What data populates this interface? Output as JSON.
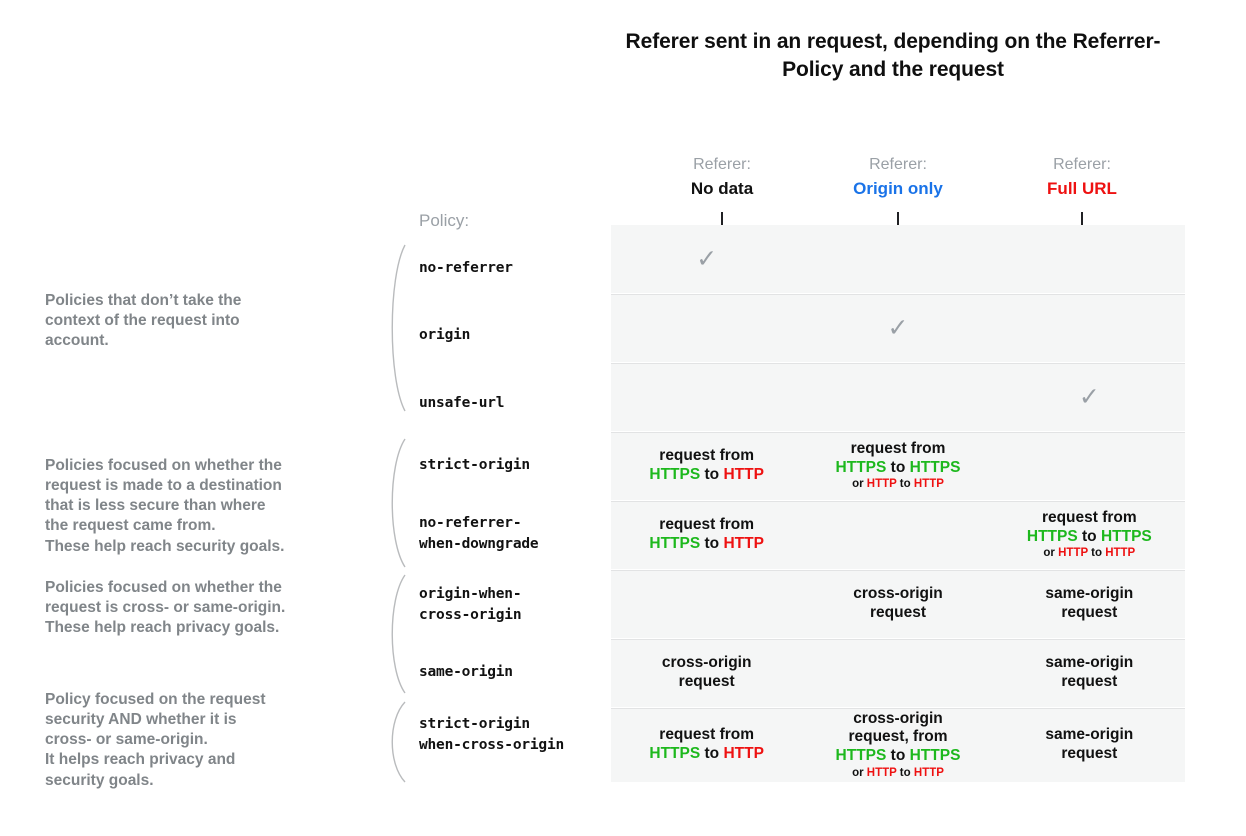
{
  "title": "Referer sent in an request, depending on the\nReferrer-Policy and the request",
  "policy_label": "Policy:",
  "colors": {
    "https": "#1db81d",
    "http": "#ee1111",
    "origin_only": "#1a73e8",
    "full_url": "#ee1111",
    "no_data": "#111111",
    "muted": "#9aa0a6",
    "row_bg": "#f5f6f6",
    "check": "#9aa0a6"
  },
  "columns": [
    {
      "kicker": "Referer:",
      "value": "No data",
      "value_color": "#111111"
    },
    {
      "kicker": "Referer:",
      "value": "Origin only",
      "value_color": "#1a73e8"
    },
    {
      "kicker": "Referer:",
      "value": "Full URL",
      "value_color": "#ee1111"
    }
  ],
  "groups": [
    {
      "text": "Policies that don’t take the\ncontext of the request into\naccount."
    },
    {
      "text": "Policies focused on whether the\nrequest is made to a destination\nthat is less secure than where\nthe request came from.\nThese help reach security goals."
    },
    {
      "text": "Policies focused on whether the\nrequest is cross- or same-origin.\nThese help reach privacy goals."
    },
    {
      "text": "Policy focused on the request\nsecurity AND whether it is\ncross- or same-origin.\nIt helps reach privacy and\nsecurity goals."
    }
  ],
  "rows": [
    {
      "policy": "no-referrer",
      "cells": [
        {
          "type": "check",
          "text": "✓"
        },
        {
          "type": "empty"
        },
        {
          "type": "empty"
        }
      ]
    },
    {
      "policy": "origin",
      "cells": [
        {
          "type": "empty"
        },
        {
          "type": "check",
          "text": "✓"
        },
        {
          "type": "empty"
        }
      ]
    },
    {
      "policy": "unsafe-url",
      "cells": [
        {
          "type": "empty"
        },
        {
          "type": "empty"
        },
        {
          "type": "check",
          "text": "✓"
        }
      ]
    },
    {
      "policy": "strict-origin",
      "cells": [
        {
          "type": "request",
          "line1": "request from",
          "parts": [
            {
              "t": "HTTPS",
              "c": "https"
            },
            {
              "t": " to ",
              "c": "plain"
            },
            {
              "t": "HTTP",
              "c": "http"
            }
          ]
        },
        {
          "type": "request",
          "line1": "request from",
          "parts": [
            {
              "t": "HTTPS",
              "c": "https"
            },
            {
              "t": " to ",
              "c": "plain"
            },
            {
              "t": "HTTPS",
              "c": "https"
            }
          ],
          "sub": [
            {
              "t": "or ",
              "c": "plain"
            },
            {
              "t": "HTTP",
              "c": "http"
            },
            {
              "t": " to ",
              "c": "plain"
            },
            {
              "t": "HTTP",
              "c": "http"
            }
          ]
        },
        {
          "type": "empty"
        }
      ]
    },
    {
      "policy": "no-referrer-\nwhen-downgrade",
      "cells": [
        {
          "type": "request",
          "line1": "request from",
          "parts": [
            {
              "t": "HTTPS",
              "c": "https"
            },
            {
              "t": " to ",
              "c": "plain"
            },
            {
              "t": "HTTP",
              "c": "http"
            }
          ]
        },
        {
          "type": "empty"
        },
        {
          "type": "request",
          "line1": "request from",
          "parts": [
            {
              "t": "HTTPS",
              "c": "https"
            },
            {
              "t": " to ",
              "c": "plain"
            },
            {
              "t": "HTTPS",
              "c": "https"
            }
          ],
          "sub": [
            {
              "t": "or ",
              "c": "plain"
            },
            {
              "t": "HTTP",
              "c": "http"
            },
            {
              "t": " to ",
              "c": "plain"
            },
            {
              "t": "HTTP",
              "c": "http"
            }
          ]
        }
      ]
    },
    {
      "policy": "origin-when-\ncross-origin",
      "cells": [
        {
          "type": "empty"
        },
        {
          "type": "text",
          "line1": "cross-origin",
          "line2": "request"
        },
        {
          "type": "text",
          "line1": "same-origin",
          "line2": "request"
        }
      ]
    },
    {
      "policy": "same-origin",
      "cells": [
        {
          "type": "text",
          "line1": "cross-origin",
          "line2": "request"
        },
        {
          "type": "empty"
        },
        {
          "type": "text",
          "line1": "same-origin",
          "line2": "request"
        }
      ]
    },
    {
      "policy": "strict-origin\nwhen-cross-origin",
      "cells": [
        {
          "type": "request",
          "line1": "request from",
          "parts": [
            {
              "t": "HTTPS",
              "c": "https"
            },
            {
              "t": " to ",
              "c": "plain"
            },
            {
              "t": "HTTP",
              "c": "http"
            }
          ]
        },
        {
          "type": "request",
          "line1": "cross-origin",
          "line2": "request, from",
          "parts": [
            {
              "t": "HTTPS",
              "c": "https"
            },
            {
              "t": " to ",
              "c": "plain"
            },
            {
              "t": "HTTPS",
              "c": "https"
            }
          ],
          "sub": [
            {
              "t": "or ",
              "c": "plain"
            },
            {
              "t": "HTTP",
              "c": "http"
            },
            {
              "t": " to ",
              "c": "plain"
            },
            {
              "t": "HTTP",
              "c": "http"
            }
          ]
        },
        {
          "type": "text",
          "line1": "same-origin",
          "line2": "request"
        }
      ]
    }
  ]
}
